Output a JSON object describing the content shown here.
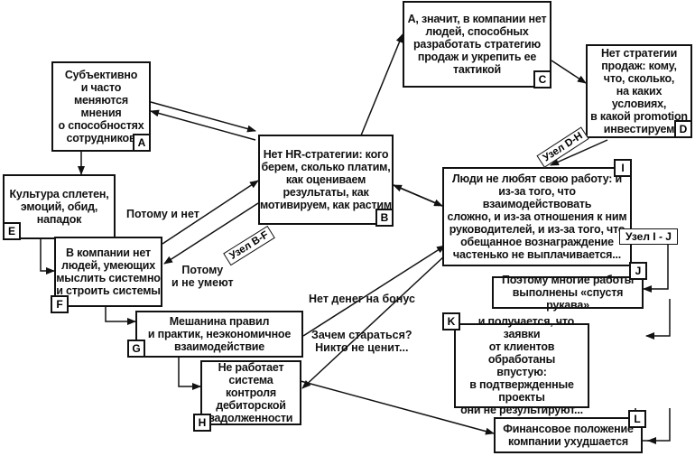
{
  "nodes": {
    "A": {
      "text": "Субъективно\nи часто меняются\nмнения\nо способностях\nсотрудников",
      "tag": "A"
    },
    "B": {
      "text": "Нет HR-стратегии: кого\nберем, сколько платим,\nкак оцениваем\nрезультаты, как\nмотивируем, как растим",
      "tag": "B"
    },
    "C": {
      "text": "А, значит, в компании нет\nлюдей, способных\nразработать стратегию\nпродаж и укрепить ее\nтактикой",
      "tag": "C"
    },
    "D": {
      "text": "Нет стратегии\nпродаж: кому,\nчто, сколько,\nна каких условиях,\nв какой promotion\nинвестируем",
      "tag": "D"
    },
    "E": {
      "text": "Культура сплетен,\nэмоций, обид,\nнападок",
      "tag": "E"
    },
    "F": {
      "text": "В компании нет\nлюдей, умеющих\nмыслить системно\nи строить системы",
      "tag": "F"
    },
    "G": {
      "text": "Мешанина правил\nи практик, неэкономичное\nвзаимодействие",
      "tag": "G"
    },
    "H": {
      "text": "Не работает\nсистема контроля\nдебиторской\nзадолженности",
      "tag": "H"
    },
    "I": {
      "text": "Люди не любят свою работу: и\nиз-за  того, что взаимодействовать\nсложно, и из-за отношения к ним\nруководителей, и из-за того, что\nобещанное вознаграждение\nчастенько не выплачивается...",
      "tag": "I"
    },
    "J": {
      "text": "Поэтому многие работы\nвыполнены «спустя рукава»",
      "tag": "J"
    },
    "K": {
      "text": "...и получается, что заявки\nот клиентов обработаны\nвпустую:\nв подтвержденные проекты\nони не результируют...",
      "tag": "K"
    },
    "L": {
      "text": "Финансовое положение\nкомпании ухудшается",
      "tag": "L"
    }
  },
  "labels": {
    "potomu_i_net": "Потому и нет",
    "potomu_ne_umeyut": "Потому\nи не умеют",
    "net_deneg": "Нет денег на бонус",
    "zachem": "Зачем стараться?\nНикто не ценит..."
  },
  "node_tags": {
    "uzel_bf": "Узел B-F",
    "uzel_dh": "Узел D-H",
    "uzel_ij": "Узел I - J"
  }
}
